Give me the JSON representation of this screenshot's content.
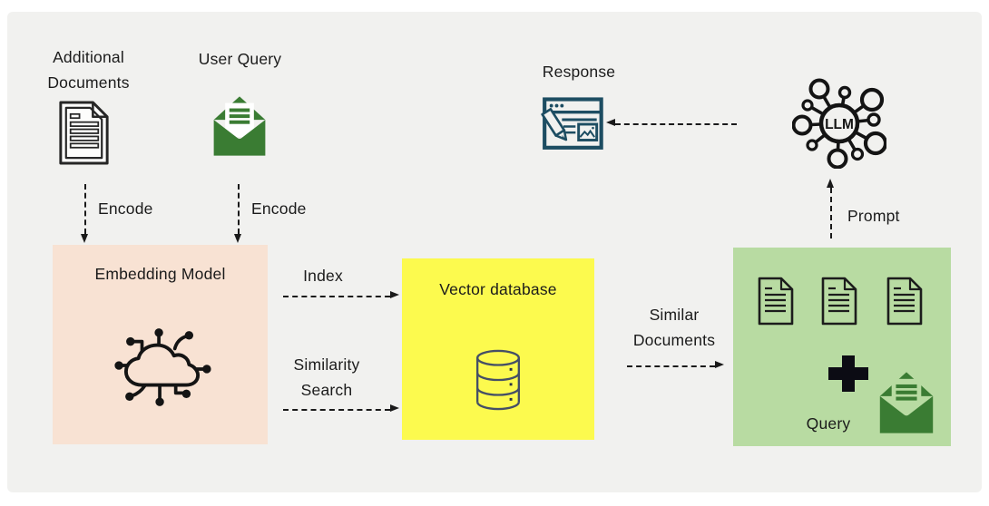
{
  "diagram": {
    "nodes": {
      "additional_documents": {
        "label": "Additional Documents",
        "icon": "document-icon"
      },
      "user_query": {
        "label": "User Query",
        "icon": "open-envelope-icon"
      },
      "embedding_model": {
        "label": "Embedding Model",
        "icon": "cloud-network-icon",
        "fill": "#f8e2d3"
      },
      "vector_database": {
        "label": "Vector database",
        "icon": "database-cylinder-icon",
        "fill": "#fcfa4e"
      },
      "retrieved_context": {
        "label": "Query",
        "icons": [
          "document-icon",
          "document-icon",
          "document-icon",
          "plus-icon",
          "open-envelope-icon"
        ],
        "fill": "#b8dba2"
      },
      "llm": {
        "label": "LLM",
        "icon": "llm-hub-icon"
      },
      "response": {
        "label": "Response",
        "icon": "browser-edit-icon"
      }
    },
    "edges": {
      "encode_documents": {
        "label": "Encode",
        "from": "additional_documents",
        "to": "embedding_model"
      },
      "encode_query": {
        "label": "Encode",
        "from": "user_query",
        "to": "embedding_model"
      },
      "index": {
        "label": "Index",
        "from": "embedding_model",
        "to": "vector_database"
      },
      "similarity_search": {
        "label": "Similarity Search",
        "from": "embedding_model",
        "to": "vector_database"
      },
      "similar_documents": {
        "label": "Similar Documents",
        "from": "vector_database",
        "to": "retrieved_context"
      },
      "prompt": {
        "label": "Prompt",
        "from": "retrieved_context",
        "to": "llm"
      },
      "llm_to_response": {
        "label": "",
        "from": "llm",
        "to": "response"
      }
    },
    "colors": {
      "page_background": "#ffffff",
      "stage_background": "#f1f1ef",
      "embedding_model_box": "#f8e2d3",
      "vector_database_box": "#fcfa4e",
      "context_box": "#b8dba2",
      "envelope_green": "#3a7c33",
      "response_icon_navy": "#1d4d62",
      "database_icon_navy": "#454f66",
      "line_black": "#1a1a1a"
    }
  }
}
